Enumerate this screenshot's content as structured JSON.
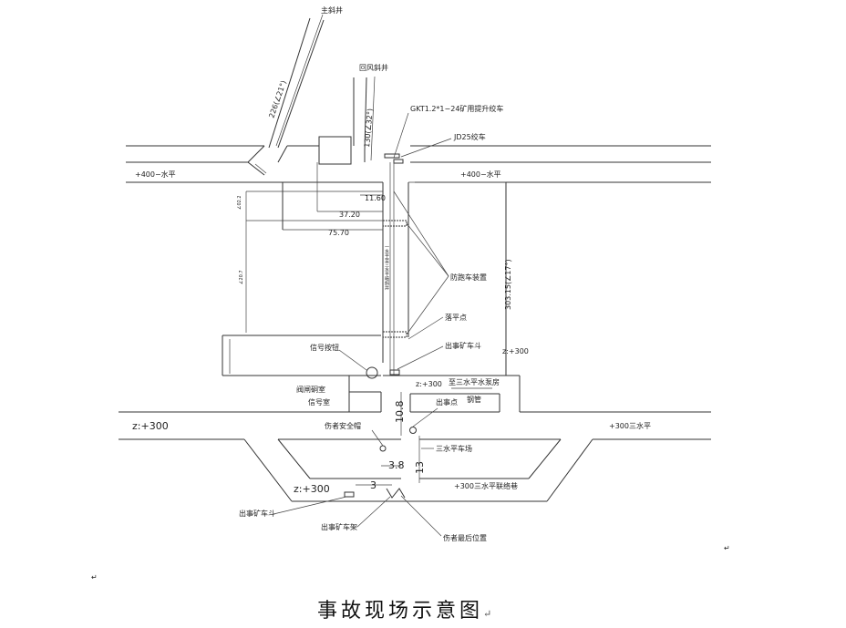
{
  "caption": "事故现场示意图",
  "para_mark": "↵",
  "labels": {
    "main_shaft": "主斜井",
    "return_shaft": "回风斜井",
    "winch": "GKT1.2*1−24矿用提升绞车",
    "jd25": "JD25绞车",
    "level400_left": "+400−水平",
    "level400_right": "+400−水平",
    "anti_runaway": "防跑车装置",
    "fall_point": "落平点",
    "accident_skip_top": "出事矿车斗",
    "z300_right_upper": "z:+300",
    "signal_button": "信号按钮",
    "z300_mid": "z:+300",
    "to_pump_room": "至三水平水泵房",
    "valve_room": "阀闸硐室",
    "signal_room": "信号室",
    "accident_point": "出事点",
    "steel_pipe": "钢管",
    "z300_left": "z:+300",
    "level300_right": "+300三水平",
    "helmet": "伤者安全帽",
    "yard": "三水平车场",
    "z300_lower": "z:+300",
    "connection_lane": "+300三水平联络巷",
    "accident_skip_bottom": "出事矿车斗",
    "accident_frame": "出事矿车架",
    "final_position": "伤者最后位置",
    "incline_vertical": "一水平至三水平暗斜井",
    "main_shaft_dim": "226(∠21°)",
    "return_shaft_dim": "130(∠32°)",
    "incline_dim": "303.15(∠17°)"
  },
  "dimensions": {
    "d11_60": "11.60",
    "d37_20": "37.20",
    "d75_70": "75.70",
    "d10_8": "10.8",
    "d3_8": "3.8",
    "d13": "13",
    "d3": "3"
  },
  "icons": {
    "para": "pilcrow-return-icon"
  }
}
